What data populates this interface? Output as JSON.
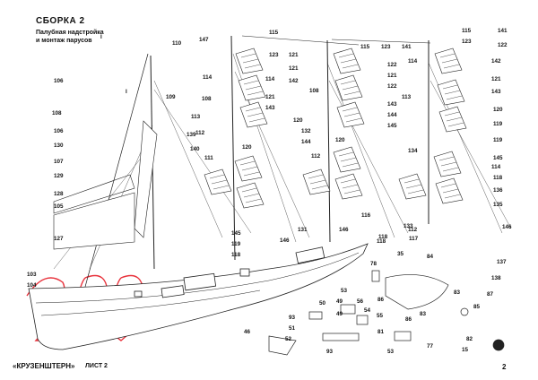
{
  "header": {
    "title": "СБОРКА 2",
    "subtitle_line1": "Палубная надстройка",
    "subtitle_line2": "и монтаж парусов"
  },
  "footer": {
    "ship_name": "«КРУЗЕНШТЕРН»",
    "sheet": "ЛИСТ 2",
    "page_number": "2"
  },
  "section_marks": [
    "I",
    "I"
  ],
  "part_labels": [
    "110",
    "147",
    "115",
    "115",
    "123",
    "141",
    "115",
    "123",
    "141",
    "122",
    "123",
    "121",
    "114",
    "121",
    "142",
    "122",
    "121",
    "114",
    "142",
    "106",
    "109",
    "108",
    "114",
    "122",
    "121",
    "108",
    "113",
    "143",
    "108",
    "113",
    "121",
    "143",
    "120",
    "143",
    "144",
    "145",
    "120",
    "132",
    "144",
    "119",
    "112",
    "119",
    "139",
    "140",
    "111",
    "112",
    "120",
    "145",
    "134",
    "114",
    "118",
    "120",
    "118",
    "106",
    "130",
    "107",
    "129",
    "128",
    "105",
    "127",
    "145",
    "119",
    "118",
    "146",
    "131",
    "146",
    "116",
    "133",
    "118",
    "117",
    "112",
    "136",
    "135",
    "146",
    "103",
    "104",
    "35",
    "84",
    "137",
    "138",
    "87",
    "83",
    "53",
    "49",
    "56",
    "78",
    "86",
    "50",
    "49",
    "54",
    "55",
    "86",
    "81",
    "77",
    "82",
    "85",
    "93",
    "51",
    "52",
    "46",
    "83",
    "15",
    "53",
    "93"
  ]
}
